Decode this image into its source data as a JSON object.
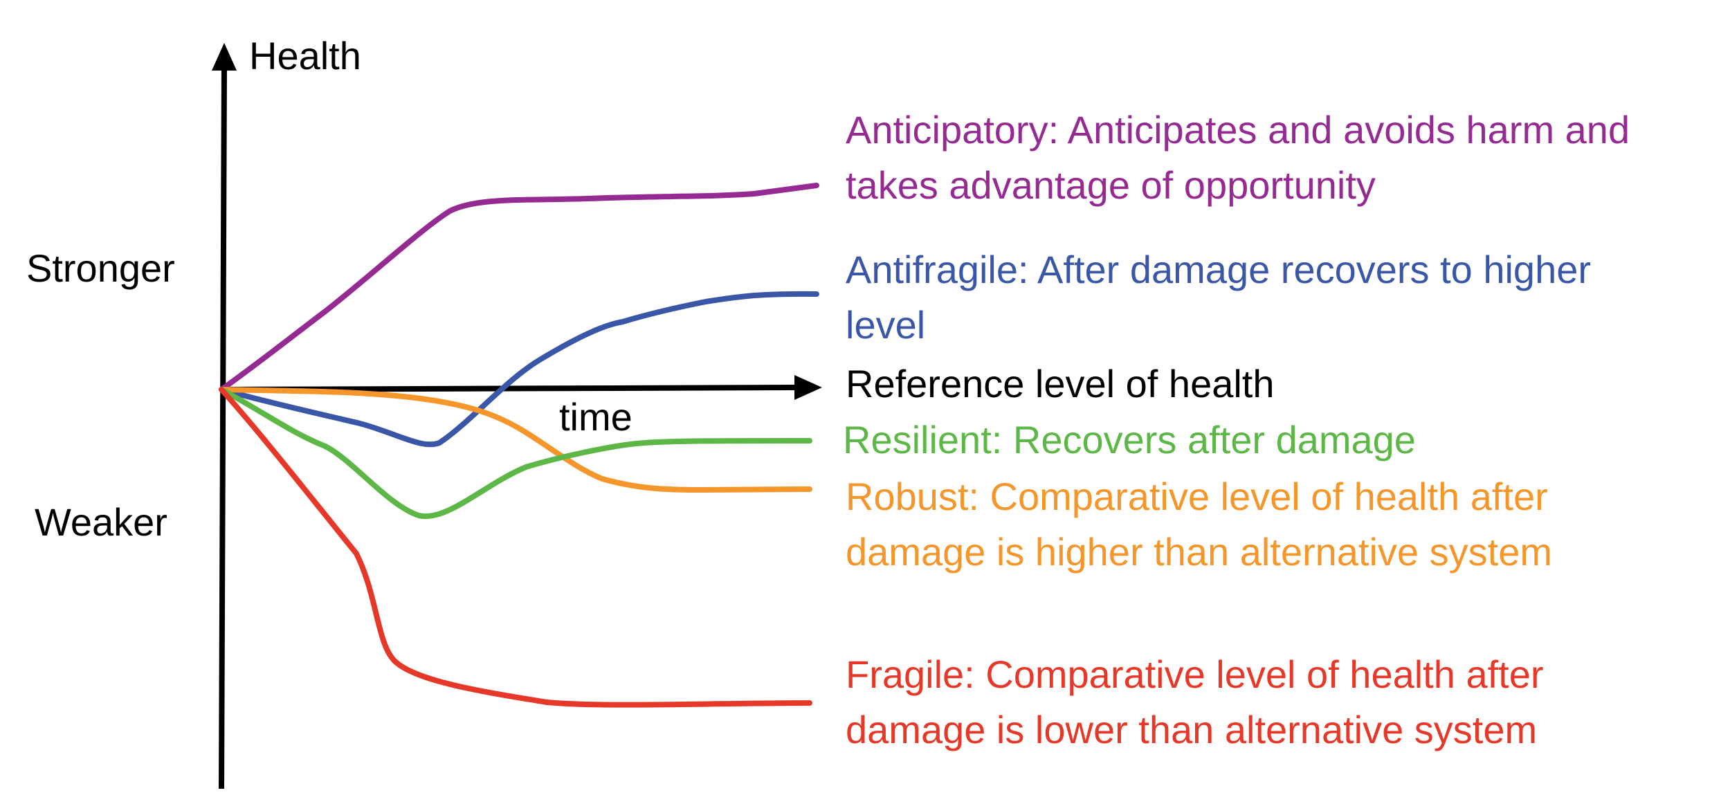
{
  "axis": {
    "y_label": "Health",
    "x_label": "time",
    "stronger": "Stronger",
    "weaker": "Weaker",
    "reference": "Reference level of health"
  },
  "curves": [
    {
      "id": "anticipatory",
      "color": "#952a92",
      "lines": [
        "Anticipatory: Anticipates and avoids harm and",
        "takes advantage of opportunity"
      ]
    },
    {
      "id": "antifragile",
      "color": "#3a56a6",
      "lines": [
        "Antifragile: After damage recovers to higher",
        "level"
      ]
    },
    {
      "id": "resilient",
      "color": "#5cb747",
      "lines": [
        "Resilient: Recovers after damage"
      ]
    },
    {
      "id": "robust",
      "color": "#f4962a",
      "lines": [
        "Robust: Comparative level of health after",
        "damage is higher than alternative system"
      ]
    },
    {
      "id": "fragile",
      "color": "#e63828",
      "lines": [
        "Fragile: Comparative level of health after",
        "damage is lower than alternative system"
      ]
    }
  ]
}
